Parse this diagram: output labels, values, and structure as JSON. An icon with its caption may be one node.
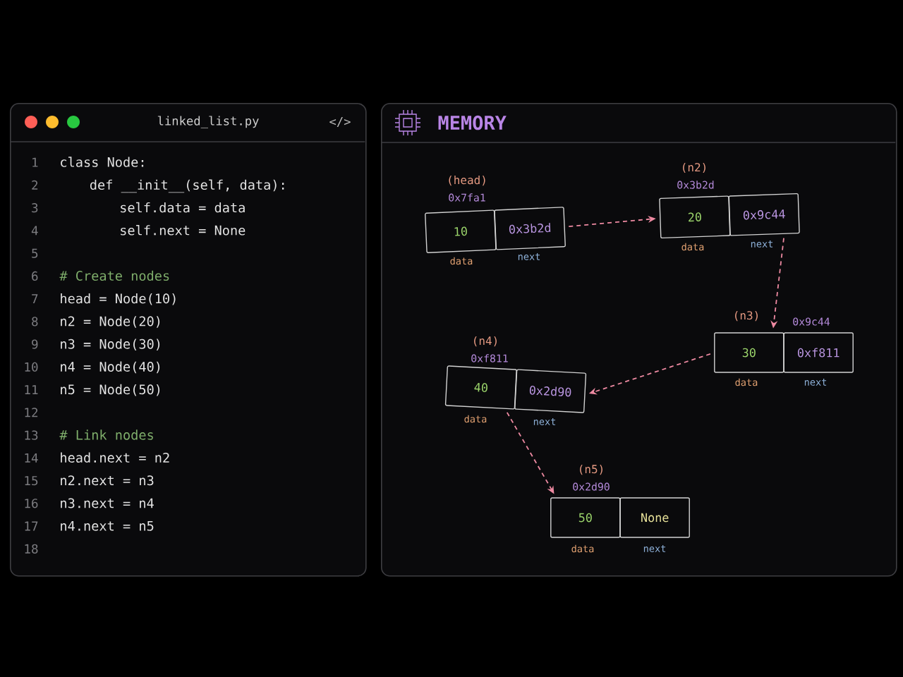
{
  "diagram": {
    "nodes": [
      {
        "text": [
          "linked_list.py",
          "</>",
          "1",
          "class Node:",
          "2",
          "def __init__(self, data):",
          "3",
          "self.data = data",
          "4",
          "self.next = None",
          "5",
          "6",
          "# Create nodes",
          "7",
          "head = Node(10)",
          "8",
          "n2 = Node(20)",
          "9",
          "n3 = Node(30)",
          "10",
          "n4 = Node(40)",
          "11",
          "n5 = Node(50)",
          "12",
          "13",
          "# Link nodes",
          "14",
          "head.next = n2",
          "15",
          "n2.next = n3",
          "16",
          "n3.next = n4",
          "17",
          "n4.next = n5",
          "18"
        ]
      },
      {
        "text": [
          "MEMORY"
        ]
      },
      {
        "text": [
          "10",
          "0x3b2d"
        ],
        "beside": [
          "(head)",
          "0x7fa1",
          "data",
          "next"
        ],
        "in": 1
      },
      {
        "text": [
          "20",
          "0x9c44"
        ],
        "beside": [
          "(n2)",
          "0x3b2d",
          "data",
          "next"
        ],
        "in": 1
      },
      {
        "text": [
          "30",
          "0xf811"
        ],
        "beside": [
          "(n3)",
          "0x9c44",
          "data",
          "next"
        ],
        "in": 1
      },
      {
        "text": [
          "40",
          "0x2d90"
        ],
        "beside": [
          "(n4)",
          "0xf811",
          "data",
          "next"
        ],
        "in": 1
      },
      {
        "text": [
          "50",
          "None"
        ],
        "beside": [
          "(n5)",
          "0x2d90",
          "data",
          "next"
        ],
        "in": 1
      }
    ],
    "edges": [
      {
        "from": 2,
        "to": 3,
        "arrow": "to",
        "style": "dashed"
      },
      {
        "from": 3,
        "to": 4,
        "arrow": "to",
        "style": "dashed"
      },
      {
        "from": 4,
        "to": 5,
        "arrow": "to",
        "style": "dashed"
      },
      {
        "from": 5,
        "to": 6,
        "arrow": "to",
        "style": "dashed"
      }
    ]
  }
}
